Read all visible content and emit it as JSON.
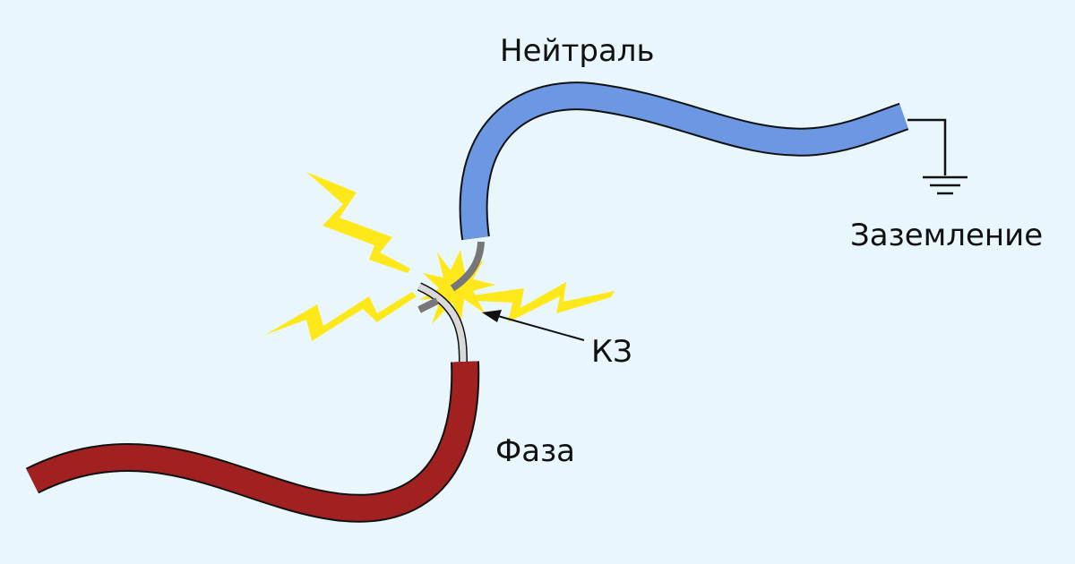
{
  "colors": {
    "background": "#e9f7fc",
    "neutral_wire": "#6b97e3",
    "phase_wire": "#a12121",
    "wire_outline": "#111111",
    "bare_conductor": "#777777",
    "bare_conductor_light": "#d9d9d9",
    "spark": "#ffe81a",
    "text": "#111111"
  },
  "labels": {
    "neutral": "Нейтраль",
    "ground": "Заземление",
    "short_circuit": "КЗ",
    "phase": "Фаза"
  },
  "icons": {
    "ground_symbol": "ground-icon",
    "spark": "lightning-bolt-icon",
    "flash": "spark-flash-icon",
    "pointer": "arrow-icon"
  }
}
